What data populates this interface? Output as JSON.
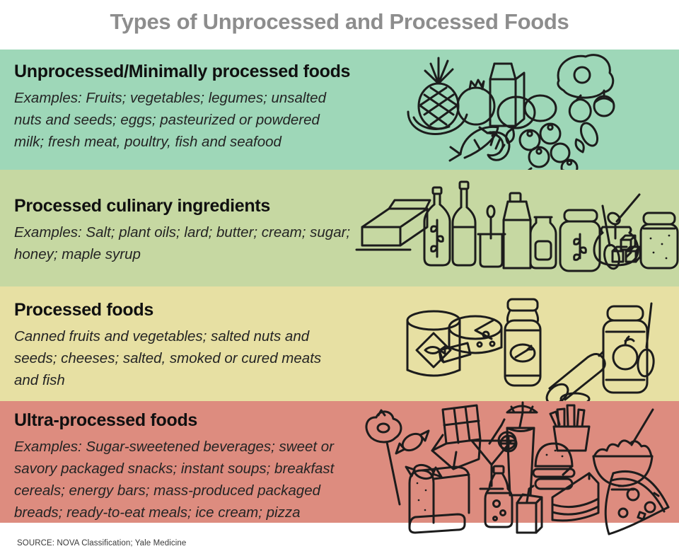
{
  "title": "Types of Unprocessed and Processed Foods",
  "source": "SOURCE: NOVA Classification; Yale Medicine",
  "colors": {
    "band1": "#9ed7b8",
    "band2": "#c6d8a2",
    "band3": "#e7e0a3",
    "band4": "#dd8c7f",
    "title_text": "#8d8d8d",
    "body_text": "#242424",
    "line_art": "#1c1c1c",
    "background": "#ffffff"
  },
  "bands": [
    {
      "heading": "Unprocessed/Minimally processed foods",
      "color": "#9ed7b8",
      "lines": [
        "Examples: Fruits; vegetables; legumes; unsalted",
        "nuts and seeds; eggs;  pasteurized or powdered",
        "milk; fresh meat, poultry, fish and seafood"
      ],
      "icons": [
        "pineapple",
        "banana",
        "pomegranate",
        "milk-carton",
        "eggs",
        "ham",
        "hazelnuts",
        "almond",
        "fish",
        "shrimp",
        "blueberries"
      ]
    },
    {
      "heading": "Processed culinary ingredients",
      "color": "#c6d8a2",
      "lines": [
        "Examples: Salt; plant oils; lard; butter; cream; sugar;",
        "honey; maple syrup"
      ],
      "icons": [
        "butter",
        "oil-bottle",
        "wine-bottle",
        "cup-with-spoon",
        "milk-carton",
        "milk-bottle",
        "lard-jar-with-spoon",
        "honey-pot",
        "sugar-cubes",
        "mason-jar"
      ]
    },
    {
      "heading": "Processed foods",
      "color": "#e7e0a3",
      "lines": [
        "Canned fruits and vegetables; salted nuts and",
        "seeds; cheeses; salted, smoked or cured meats",
        "and fish"
      ],
      "icons": [
        "tin-can",
        "cheese",
        "preserve-jar",
        "salami",
        "applesauce-jar-with-spoon"
      ]
    },
    {
      "heading": "Ultra-processed foods",
      "color": "#dd8c7f",
      "lines": [
        "Examples: Sugar-sweetened beverages; sweet or",
        "savory packaged snacks; instant soups; breakfast",
        "cereals; energy bars; mass-produced packaged",
        "breads; ready-to-eat meals; ice cream; pizza"
      ],
      "icons": [
        "lollipop",
        "candies",
        "chocolate-bar",
        "cocktail",
        "tall-drink",
        "fries",
        "burger",
        "cereal-bowl",
        "bread-loaf",
        "soda-bottle",
        "juice-box",
        "cake-slice",
        "pizza-slice"
      ]
    }
  ]
}
